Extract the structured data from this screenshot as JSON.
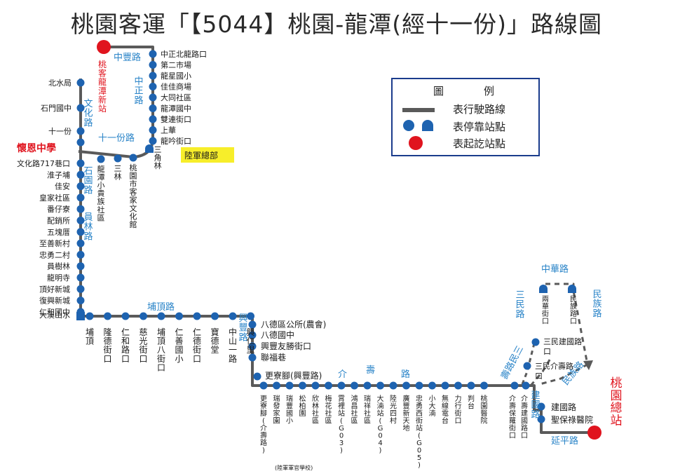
{
  "title": "桃園客運「【5044】桃園-龍潭(經十一份)」路線圖",
  "legend": {
    "heading_left": "圖",
    "heading_right": "例",
    "line_label": "表行駛路線",
    "stop_label": "表停靠站點",
    "terminal_label": "表起訖站點"
  },
  "colors": {
    "route": "#5a5a5a",
    "stop": "#1e63b0",
    "terminal": "#e0141e",
    "road": "#2a84c8",
    "highlight": "#f7ee2a"
  },
  "terminals": {
    "start": "桃客龍潭新站",
    "end": "桃園總站"
  },
  "highlight_label": "陸軍總部",
  "school_label": "懷恩中學",
  "roads": {
    "zhongfeng": "中豐路",
    "zhongzheng": "中正路",
    "wenhua": "文化路",
    "shiyifen": "十一份路",
    "shiyuan": "石園路",
    "yuanlin": "員林路",
    "puding": "埔頂路",
    "xingfeng": "興豐路",
    "jieshou": "介壽路",
    "zhonghua": "中華路",
    "minzu": "民族路",
    "sanmin": "三民路",
    "shoumin": "壽路民三",
    "minzu2": "民族路",
    "jianguo": "建國路",
    "yanping": "延平路"
  },
  "stops": {
    "zhongzheng": [
      "中正北龍路口",
      "第二市場",
      "龍星國小",
      "佳佳商場",
      "大同社區",
      "龍潭國中",
      "雙連街口",
      "上華",
      "龍吟街口"
    ],
    "shiyifen": [
      "三角林",
      "桃園市客家文化館",
      "三林",
      "龍潭小貴族社區"
    ],
    "wenhua": [
      "北水局",
      "石門國中",
      "十一份"
    ],
    "yuanlin": [
      "文化路717巷口",
      "淮子埔",
      "佳安",
      "皇家社區",
      "番仔寮",
      "配銷所",
      "五塊厝",
      "至善新村",
      "忠勇二村",
      "員樹林",
      "龍明寺",
      "頂好新城",
      "復興新城",
      "仁和國中",
      "大溪山水"
    ],
    "puding": [
      "埔頂",
      "隆德街口",
      "仁和路口",
      "慈光街口",
      "埔頂八街口",
      "仁善國小",
      "仁德街口",
      "寶德堂",
      "中山一路",
      "興仁里"
    ],
    "xingfeng": [
      "八德區公所(農會)",
      "八德國中",
      "興豐友勝街口",
      "聯福巷",
      "更寮腳(興豐路)"
    ],
    "jieshou": [
      "更寮腳(介壽路)",
      "瑞發家園",
      "瑞豐國小",
      "松柏園",
      "欣林社區",
      "梅花社區",
      "霄裡站(G03)",
      "鴻昌社區",
      "瑞祥社區",
      "大湳站(G04)",
      "陸光四村",
      "廣豐新天地",
      "忠勇西街站(G05)",
      "小大湳",
      "無線電台",
      "力行街口",
      "判台",
      "桃園醫院"
    ],
    "jieshou_sub": "(陸軍軍官學校)",
    "city": [
      "介壽保羅街口",
      "介壽建國路口",
      "建國路",
      "聖保祿醫院",
      "兩華街口",
      "民族路口",
      "三民建國路口",
      "三民介壽路口"
    ]
  }
}
